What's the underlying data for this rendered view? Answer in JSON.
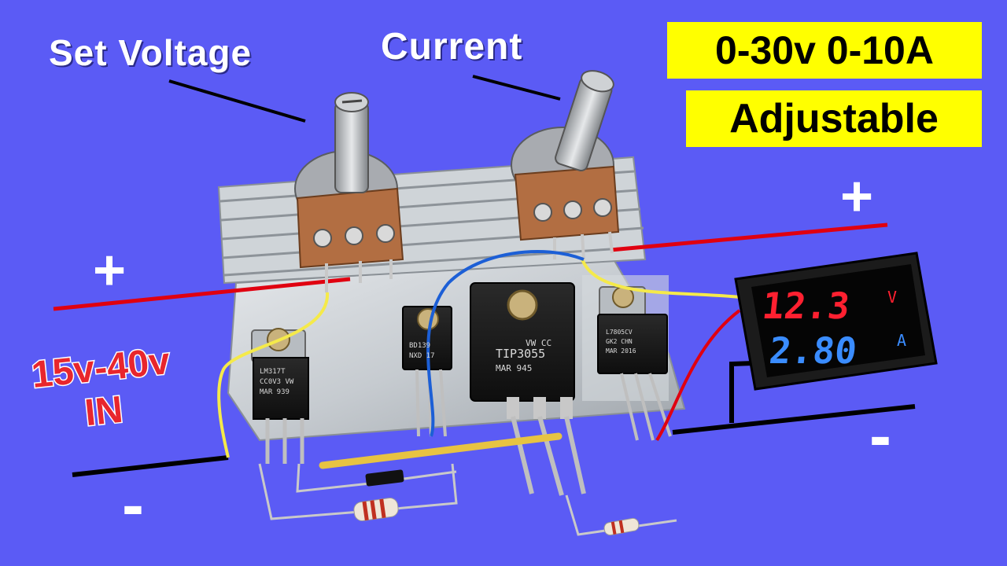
{
  "labels": {
    "set_voltage": "Set Voltage",
    "current": "Current",
    "range": "0-30v 0-10A",
    "adjustable": "Adjustable",
    "input_range": "15v-40v",
    "input_in": "IN",
    "plus_left": "+",
    "plus_right": "+",
    "minus_left": "-",
    "minus_right": "-"
  },
  "meter": {
    "voltage": "12.3",
    "voltage_unit": "V",
    "current": "2.80",
    "current_unit": "A"
  },
  "components": {
    "lm317": [
      "LM317T",
      "CC0V3 VW",
      "MAR 939"
    ],
    "bd139": [
      "BD139",
      "NXD 17"
    ],
    "tip3055": [
      "VW CC",
      "TIP3055",
      "MAR 945"
    ],
    "l7805": [
      "L7805CV",
      "GK2 CHN",
      "MAR 2016"
    ]
  },
  "colors": {
    "background": "#5b5bf5",
    "badge": "#ffff00",
    "wire_red": "#e00010",
    "meter_red": "#ff2030",
    "meter_blue": "#3a8cff"
  }
}
